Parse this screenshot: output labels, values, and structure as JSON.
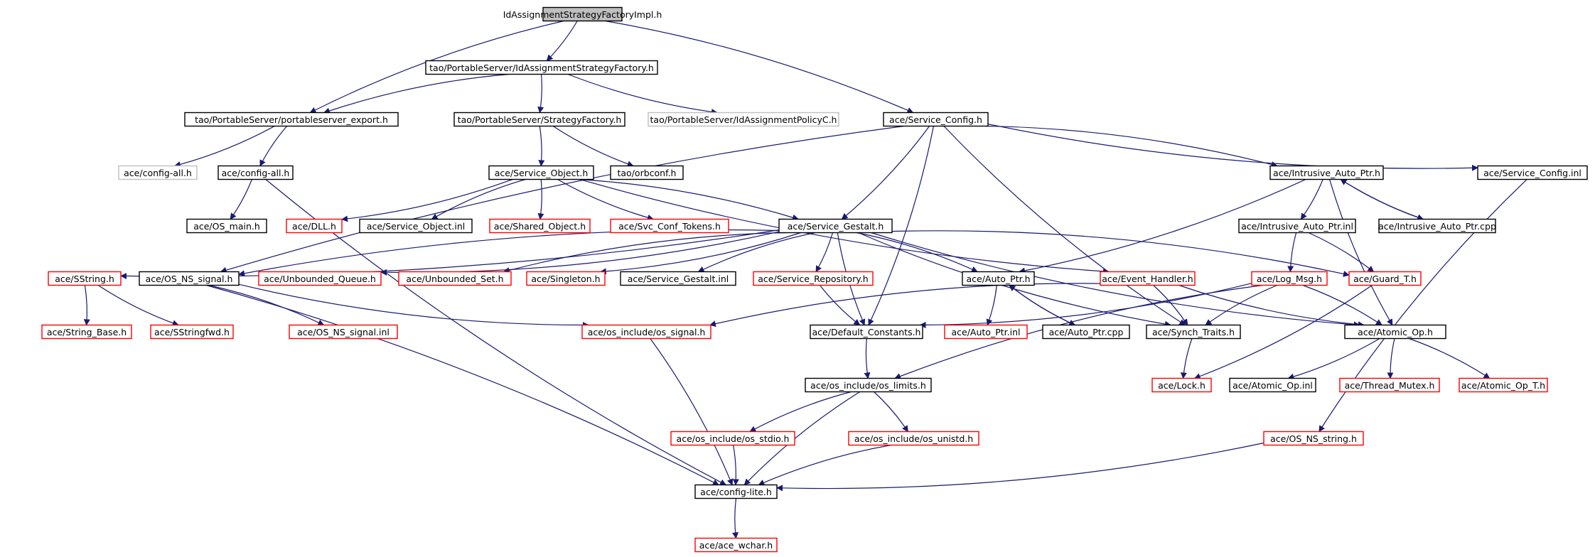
{
  "title": "IdAssignmentStrategyFactoryImpl.h",
  "colors": {
    "edge": "#191970",
    "root_fill": "#bfbfbf",
    "border_black": "#000000",
    "border_red": "#ff0000",
    "border_gray": "#bfbfbf"
  },
  "nodes": [
    {
      "id": "root",
      "label": "IdAssignmentStrategyFactoryImpl.h",
      "style": "root"
    },
    {
      "id": "idasf",
      "label": "tao/PortableServer/IdAssignmentStrategyFactory.h",
      "style": "black"
    },
    {
      "id": "pse",
      "label": "tao/PortableServer/portableserver_export.h",
      "style": "black"
    },
    {
      "id": "sfac",
      "label": "tao/PortableServer/StrategyFactory.h",
      "style": "black"
    },
    {
      "id": "iapc",
      "label": "tao/PortableServer/IdAssignmentPolicyC.h",
      "style": "gray"
    },
    {
      "id": "svccfg",
      "label": "ace/Service_Config.h",
      "style": "black"
    },
    {
      "id": "cfgall_gray",
      "label": "ace/config-all.h",
      "style": "gray"
    },
    {
      "id": "cfgall",
      "label": "ace/config-all.h",
      "style": "black"
    },
    {
      "id": "svcobj",
      "label": "ace/Service_Object.h",
      "style": "black"
    },
    {
      "id": "orbconf",
      "label": "tao/orbconf.h",
      "style": "black"
    },
    {
      "id": "iap",
      "label": "ace/Intrusive_Auto_Ptr.h",
      "style": "black"
    },
    {
      "id": "svccfginl",
      "label": "ace/Service_Config.inl",
      "style": "black"
    },
    {
      "id": "osmain",
      "label": "ace/OS_main.h",
      "style": "black"
    },
    {
      "id": "dll",
      "label": "ace/DLL.h",
      "style": "red"
    },
    {
      "id": "svcobjinl",
      "label": "ace/Service_Object.inl",
      "style": "black"
    },
    {
      "id": "sharedobj",
      "label": "ace/Shared_Object.h",
      "style": "red"
    },
    {
      "id": "svcconf",
      "label": "ace/Svc_Conf_Tokens.h",
      "style": "red"
    },
    {
      "id": "gestalt",
      "label": "ace/Service_Gestalt.h",
      "style": "black"
    },
    {
      "id": "iapinl",
      "label": "ace/Intrusive_Auto_Ptr.inl",
      "style": "black"
    },
    {
      "id": "iapcpp",
      "label": "ace/Intrusive_Auto_Ptr.cpp",
      "style": "black"
    },
    {
      "id": "sstring",
      "label": "ace/SString.h",
      "style": "red"
    },
    {
      "id": "nssignal",
      "label": "ace/OS_NS_signal.h",
      "style": "black"
    },
    {
      "id": "unbq",
      "label": "ace/Unbounded_Queue.h",
      "style": "red"
    },
    {
      "id": "unbs",
      "label": "ace/Unbounded_Set.h",
      "style": "red"
    },
    {
      "id": "singleton",
      "label": "ace/Singleton.h",
      "style": "red"
    },
    {
      "id": "gestaltinl",
      "label": "ace/Service_Gestalt.inl",
      "style": "black"
    },
    {
      "id": "svcrepo",
      "label": "ace/Service_Repository.h",
      "style": "red"
    },
    {
      "id": "autoptr",
      "label": "ace/Auto_Ptr.h",
      "style": "black"
    },
    {
      "id": "evh",
      "label": "ace/Event_Handler.h",
      "style": "red"
    },
    {
      "id": "logmsg",
      "label": "ace/Log_Msg.h",
      "style": "red"
    },
    {
      "id": "guard",
      "label": "ace/Guard_T.h",
      "style": "red"
    },
    {
      "id": "strbase",
      "label": "ace/String_Base.h",
      "style": "red"
    },
    {
      "id": "sstrfwd",
      "label": "ace/SStringfwd.h",
      "style": "red"
    },
    {
      "id": "nssiginl",
      "label": "ace/OS_NS_signal.inl",
      "style": "red"
    },
    {
      "id": "ossignal",
      "label": "ace/os_include/os_signal.h",
      "style": "red"
    },
    {
      "id": "defconst",
      "label": "ace/Default_Constants.h",
      "style": "black"
    },
    {
      "id": "autoptrinl",
      "label": "ace/Auto_Ptr.inl",
      "style": "red"
    },
    {
      "id": "autoptrcpp",
      "label": "ace/Auto_Ptr.cpp",
      "style": "black"
    },
    {
      "id": "synch",
      "label": "ace/Synch_Traits.h",
      "style": "black"
    },
    {
      "id": "atomic",
      "label": "ace/Atomic_Op.h",
      "style": "black"
    },
    {
      "id": "oslimits",
      "label": "ace/os_include/os_limits.h",
      "style": "black"
    },
    {
      "id": "lock",
      "label": "ace/Lock.h",
      "style": "red"
    },
    {
      "id": "atomicinl",
      "label": "ace/Atomic_Op.inl",
      "style": "black"
    },
    {
      "id": "thrmutex",
      "label": "ace/Thread_Mutex.h",
      "style": "red"
    },
    {
      "id": "atomict",
      "label": "ace/Atomic_Op_T.h",
      "style": "red"
    },
    {
      "id": "osstdio",
      "label": "ace/os_include/os_stdio.h",
      "style": "red"
    },
    {
      "id": "osunistd",
      "label": "ace/os_include/os_unistd.h",
      "style": "red"
    },
    {
      "id": "nsstring",
      "label": "ace/OS_NS_string.h",
      "style": "red"
    },
    {
      "id": "cfglite",
      "label": "ace/config-lite.h",
      "style": "black"
    },
    {
      "id": "wchar",
      "label": "ace/ace_wchar.h",
      "style": "red"
    }
  ],
  "edges": [
    [
      "root",
      "idasf"
    ],
    [
      "root",
      "pse"
    ],
    [
      "root",
      "svccfg"
    ],
    [
      "idasf",
      "pse"
    ],
    [
      "idasf",
      "sfac"
    ],
    [
      "idasf",
      "iapc"
    ],
    [
      "pse",
      "cfgall_gray"
    ],
    [
      "pse",
      "cfgall"
    ],
    [
      "cfgall",
      "osmain"
    ],
    [
      "cfgall",
      "cfglite"
    ],
    [
      "sfac",
      "svcobj"
    ],
    [
      "sfac",
      "orbconf"
    ],
    [
      "svccfg",
      "gestalt"
    ],
    [
      "svccfg",
      "nssignal"
    ],
    [
      "svccfg",
      "defconst"
    ],
    [
      "svccfg",
      "synch"
    ],
    [
      "svccfg",
      "iap"
    ],
    [
      "svccfg",
      "svccfginl"
    ],
    [
      "svcobj",
      "dll"
    ],
    [
      "svcobj",
      "svcobjinl"
    ],
    [
      "svcobj",
      "sharedobj"
    ],
    [
      "svcobj",
      "svcconf"
    ],
    [
      "svcobj",
      "gestalt"
    ],
    [
      "svcobj",
      "evh"
    ],
    [
      "iap",
      "iapinl"
    ],
    [
      "iap",
      "iapcpp"
    ],
    [
      "iap",
      "autoptr"
    ],
    [
      "iap",
      "atomic"
    ],
    [
      "iapcpp",
      "iap"
    ],
    [
      "iapinl",
      "logmsg"
    ],
    [
      "iapinl",
      "guard"
    ],
    [
      "svccfginl",
      "nsstring"
    ],
    [
      "gestalt",
      "sstring"
    ],
    [
      "gestalt",
      "nssignal"
    ],
    [
      "gestalt",
      "unbq"
    ],
    [
      "gestalt",
      "unbs"
    ],
    [
      "gestalt",
      "singleton"
    ],
    [
      "gestalt",
      "gestaltinl"
    ],
    [
      "gestalt",
      "svcrepo"
    ],
    [
      "gestalt",
      "defconst"
    ],
    [
      "gestalt",
      "autoptr"
    ],
    [
      "gestalt",
      "synch"
    ],
    [
      "gestalt",
      "guard"
    ],
    [
      "gestalt",
      "atomic"
    ],
    [
      "sstring",
      "strbase"
    ],
    [
      "sstring",
      "sstrfwd"
    ],
    [
      "nssignal",
      "nssiginl"
    ],
    [
      "nssignal",
      "ossignal"
    ],
    [
      "nssignal",
      "cfglite"
    ],
    [
      "svcrepo",
      "defconst"
    ],
    [
      "autoptr",
      "autoptrinl"
    ],
    [
      "autoptr",
      "autoptrcpp"
    ],
    [
      "autoptrcpp",
      "autoptr"
    ],
    [
      "evh",
      "ossignal"
    ],
    [
      "evh",
      "synch"
    ],
    [
      "evh",
      "atomic"
    ],
    [
      "logmsg",
      "defconst"
    ],
    [
      "logmsg",
      "synch"
    ],
    [
      "logmsg",
      "atomic"
    ],
    [
      "logmsg",
      "oslimits"
    ],
    [
      "guard",
      "lock"
    ],
    [
      "synch",
      "lock"
    ],
    [
      "atomic",
      "atomicinl"
    ],
    [
      "atomic",
      "thrmutex"
    ],
    [
      "atomic",
      "atomict"
    ],
    [
      "defconst",
      "oslimits"
    ],
    [
      "ossignal",
      "cfglite"
    ],
    [
      "oslimits",
      "osstdio"
    ],
    [
      "oslimits",
      "osunistd"
    ],
    [
      "oslimits",
      "cfglite"
    ],
    [
      "osstdio",
      "cfglite"
    ],
    [
      "osunistd",
      "cfglite"
    ],
    [
      "nsstring",
      "cfglite"
    ],
    [
      "cfglite",
      "wchar"
    ]
  ]
}
